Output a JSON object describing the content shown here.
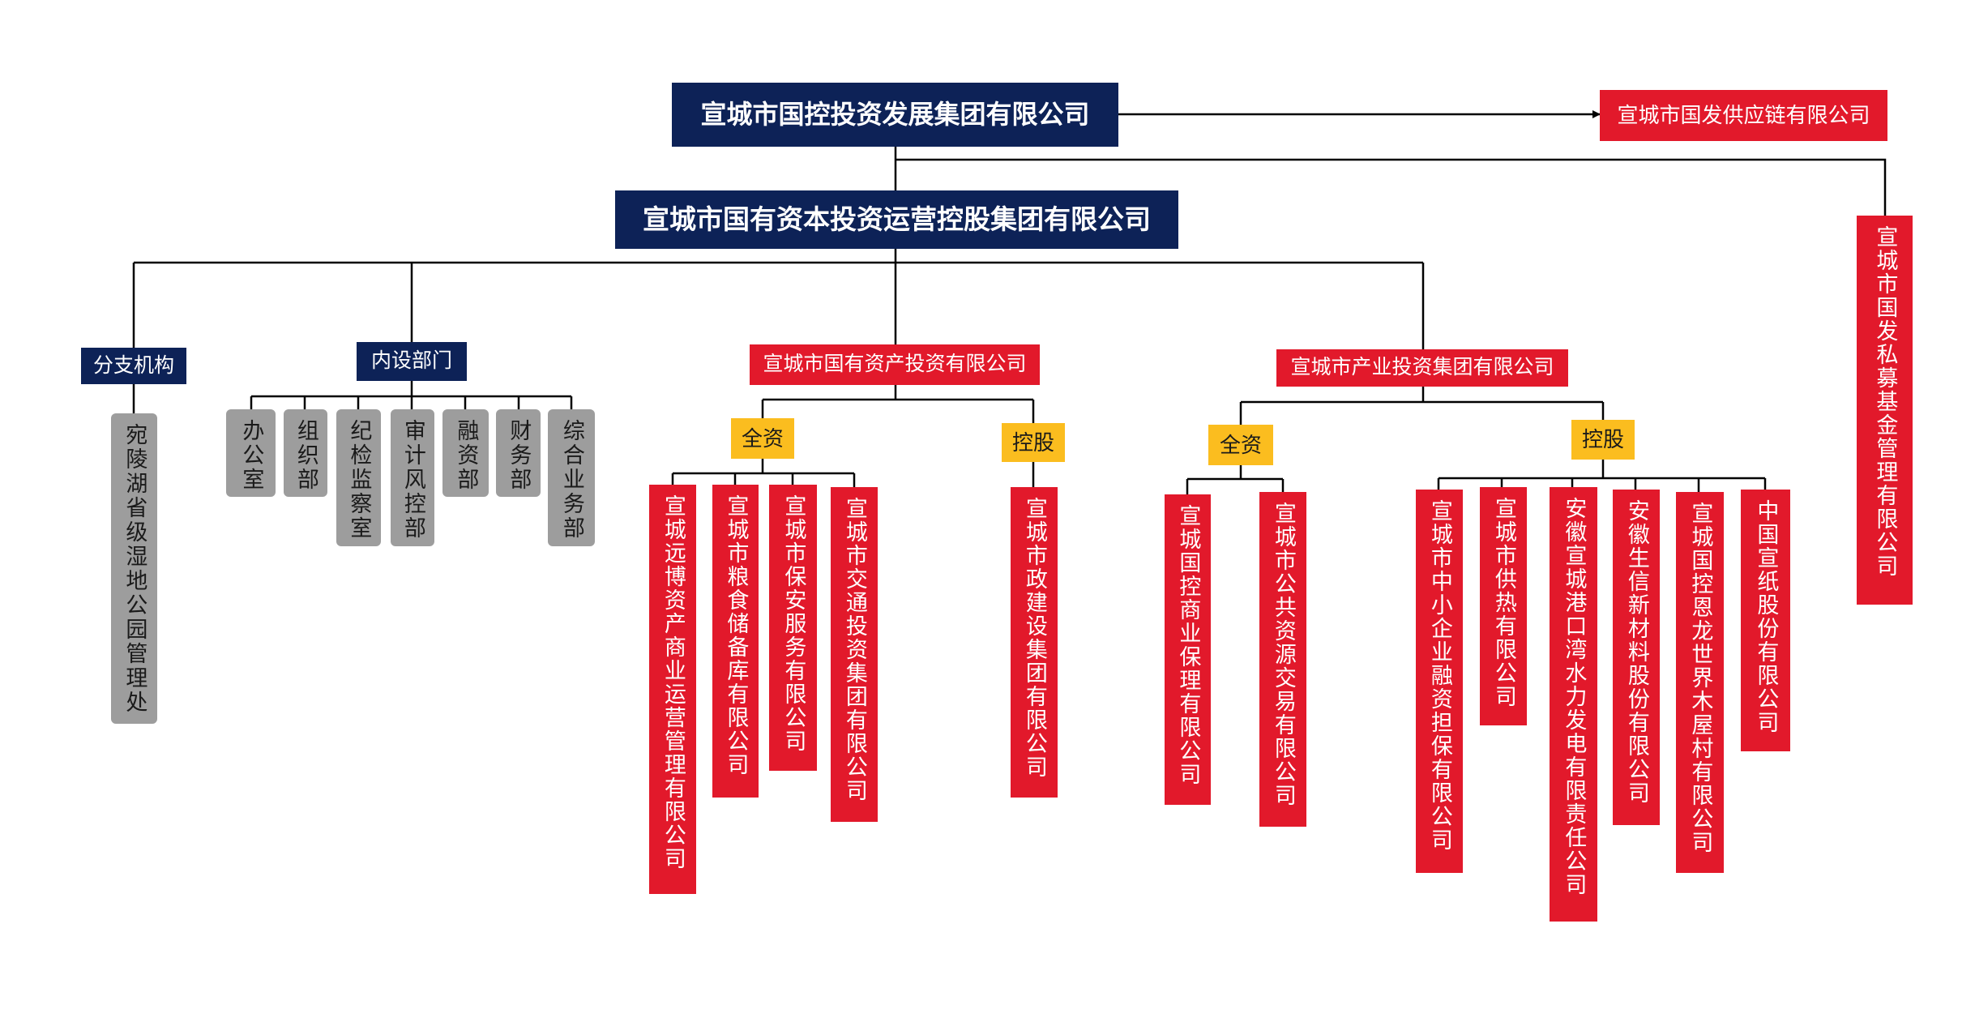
{
  "colors": {
    "navy": "#0d2257",
    "red": "#e2192b",
    "gold": "#fbbd1f",
    "grey": "#9d9d9d",
    "line": "#000000"
  },
  "top": {
    "group": "宣城市国控投资发展集团有限公司",
    "supply_chain": "宣城市国发供应链有限公司",
    "private_fund": "宣城市国发私募基金管理有限公司"
  },
  "capital": {
    "name": "宣城市国有资本投资运营控股集团有限公司"
  },
  "branch": {
    "label": "分支机构",
    "items": [
      "宛陵湖省级湿地公园管理处"
    ]
  },
  "internal": {
    "label": "内设部门",
    "items": [
      "办公室",
      "组织部",
      "纪检监察室",
      "审计风控部",
      "融资部",
      "财务部",
      "综合业务部"
    ]
  },
  "asset_inv": {
    "name": "宣城市国有资产投资有限公司",
    "wholly_label": "全资",
    "holding_label": "控股",
    "wholly": [
      "宣城远博资产商业运营管理有限公司",
      "宣城市粮食储备库有限公司",
      "宣城市保安服务有限公司",
      "宣城市交通投资集团有限公司"
    ],
    "holding": [
      "宣城市政建设集团有限公司"
    ]
  },
  "industry_inv": {
    "name": "宣城市产业投资集团有限公司",
    "wholly_label": "全资",
    "holding_label": "控股",
    "wholly": [
      "宣城国控商业保理有限公司",
      "宣城市公共资源交易有限公司"
    ],
    "holding": [
      "宣城市中小企业融资担保有限公司",
      "宣城市供热有限公司",
      "安徽宣城港口湾水力发电有限责任公司",
      "安徽生信新材料股份有限公司",
      "宣城国控恩龙世界木屋村有限公司",
      "中国宣纸股份有限公司"
    ]
  }
}
